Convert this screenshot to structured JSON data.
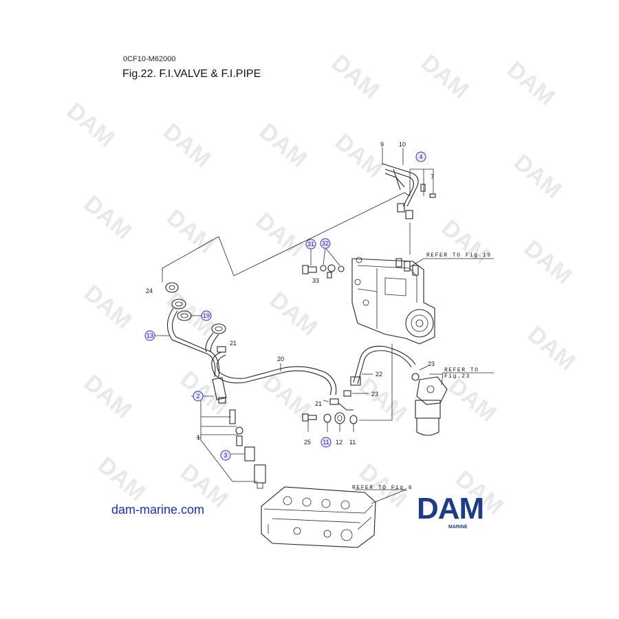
{
  "header": {
    "code": "0CF10-M62000",
    "title": "Fig.22.  F.I.VALVE & F.I.PIPE"
  },
  "watermark_text": "DAM",
  "labels": {
    "p1": "1",
    "p2": "2",
    "p3": "3",
    "p4": "4",
    "p7": "7",
    "p9": "9",
    "p10": "10",
    "p11a": "11",
    "p11b": "11",
    "p12": "12",
    "p13": "13",
    "p19": "19",
    "p20": "20",
    "p21a": "21",
    "p21b": "21",
    "p22": "22",
    "p23a": "23",
    "p23b": "23",
    "p24": "24",
    "p25": "25",
    "p31": "31",
    "p32": "32",
    "p33": "33"
  },
  "references": {
    "fig19": "REFER TO Fig.19",
    "fig23_line1": "REFER TO",
    "fig23_line2": "Fig.23",
    "fig6": "REFER TO Fig.6"
  },
  "footer": {
    "url": "dam-marine.com",
    "brand": "DAM",
    "brand_sub": "MARINE"
  },
  "colors": {
    "highlight_circle": "#2b2fd8",
    "brand": "#1d3b8a",
    "url": "#1b2bd0"
  }
}
